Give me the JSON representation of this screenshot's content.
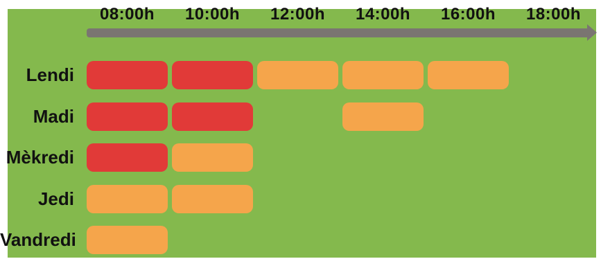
{
  "panel": {
    "background": "#84B94D",
    "page_background": "#FFFFFF"
  },
  "timeline": {
    "arrow_color": "#7A7571"
  },
  "text_color": "#111111",
  "chart_data": {
    "type": "heatmap",
    "subtype": "gantt-schedule-timeline",
    "x_ticks": [
      "08:00h",
      "10:00h",
      "12:00h",
      "14:00h",
      "16:00h",
      "18:00h"
    ],
    "x_axis": {
      "start": "08:00h",
      "end": "18:00h",
      "slot_duration_hours": 2,
      "arrow": true
    },
    "colors": {
      "red": "#E13A38",
      "orange": "#F5A54B"
    },
    "legend_position": "none",
    "grid": false,
    "rows": [
      {
        "label": "Lendi",
        "slots": [
          "red",
          "red",
          "orange",
          "orange",
          "orange"
        ]
      },
      {
        "label": "Madi",
        "slots": [
          "red",
          "red",
          null,
          "orange",
          null
        ]
      },
      {
        "label": "Mèkredi",
        "slots": [
          "red",
          "orange",
          null,
          null,
          null
        ]
      },
      {
        "label": "Jedi",
        "slots": [
          "orange",
          "orange",
          null,
          null,
          null
        ]
      },
      {
        "label": "Vandredi",
        "slots": [
          "orange",
          null,
          null,
          null,
          null
        ]
      }
    ]
  }
}
